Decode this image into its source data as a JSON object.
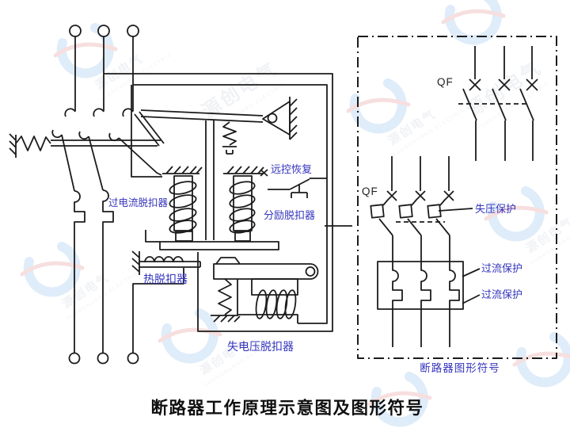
{
  "title": "断路器工作原理示意图及图形符号",
  "schematic": {
    "labels": {
      "overcurrent_release": "过电流脱扣器",
      "remote_reset": "远控恢复",
      "shunt_release": "分励脱扣器",
      "thermal_release": "热脱扣器",
      "undervoltage_release": "失电压脱扣器"
    }
  },
  "symbol_panel": {
    "qf_top": "QF",
    "qf_detailed": "QF",
    "labels": {
      "undervoltage_protection": "失压保护",
      "overcurrent_protection_upper": "过流保护",
      "overcurrent_protection_lower": "过流保护"
    },
    "caption": "断路器图形符号"
  },
  "watermark": {
    "brand": "源创电气",
    "brand_latin": "YUANCHUANG ELECTRIC"
  },
  "colors": {
    "line_dark": "#1c1c1c",
    "label_blue": "#3434bd",
    "title_color": "#101010",
    "wm_blue": "#4090d8",
    "wm_red": "#d04040",
    "wm_text": "#a8b0c0",
    "bg": "#ffffff"
  }
}
